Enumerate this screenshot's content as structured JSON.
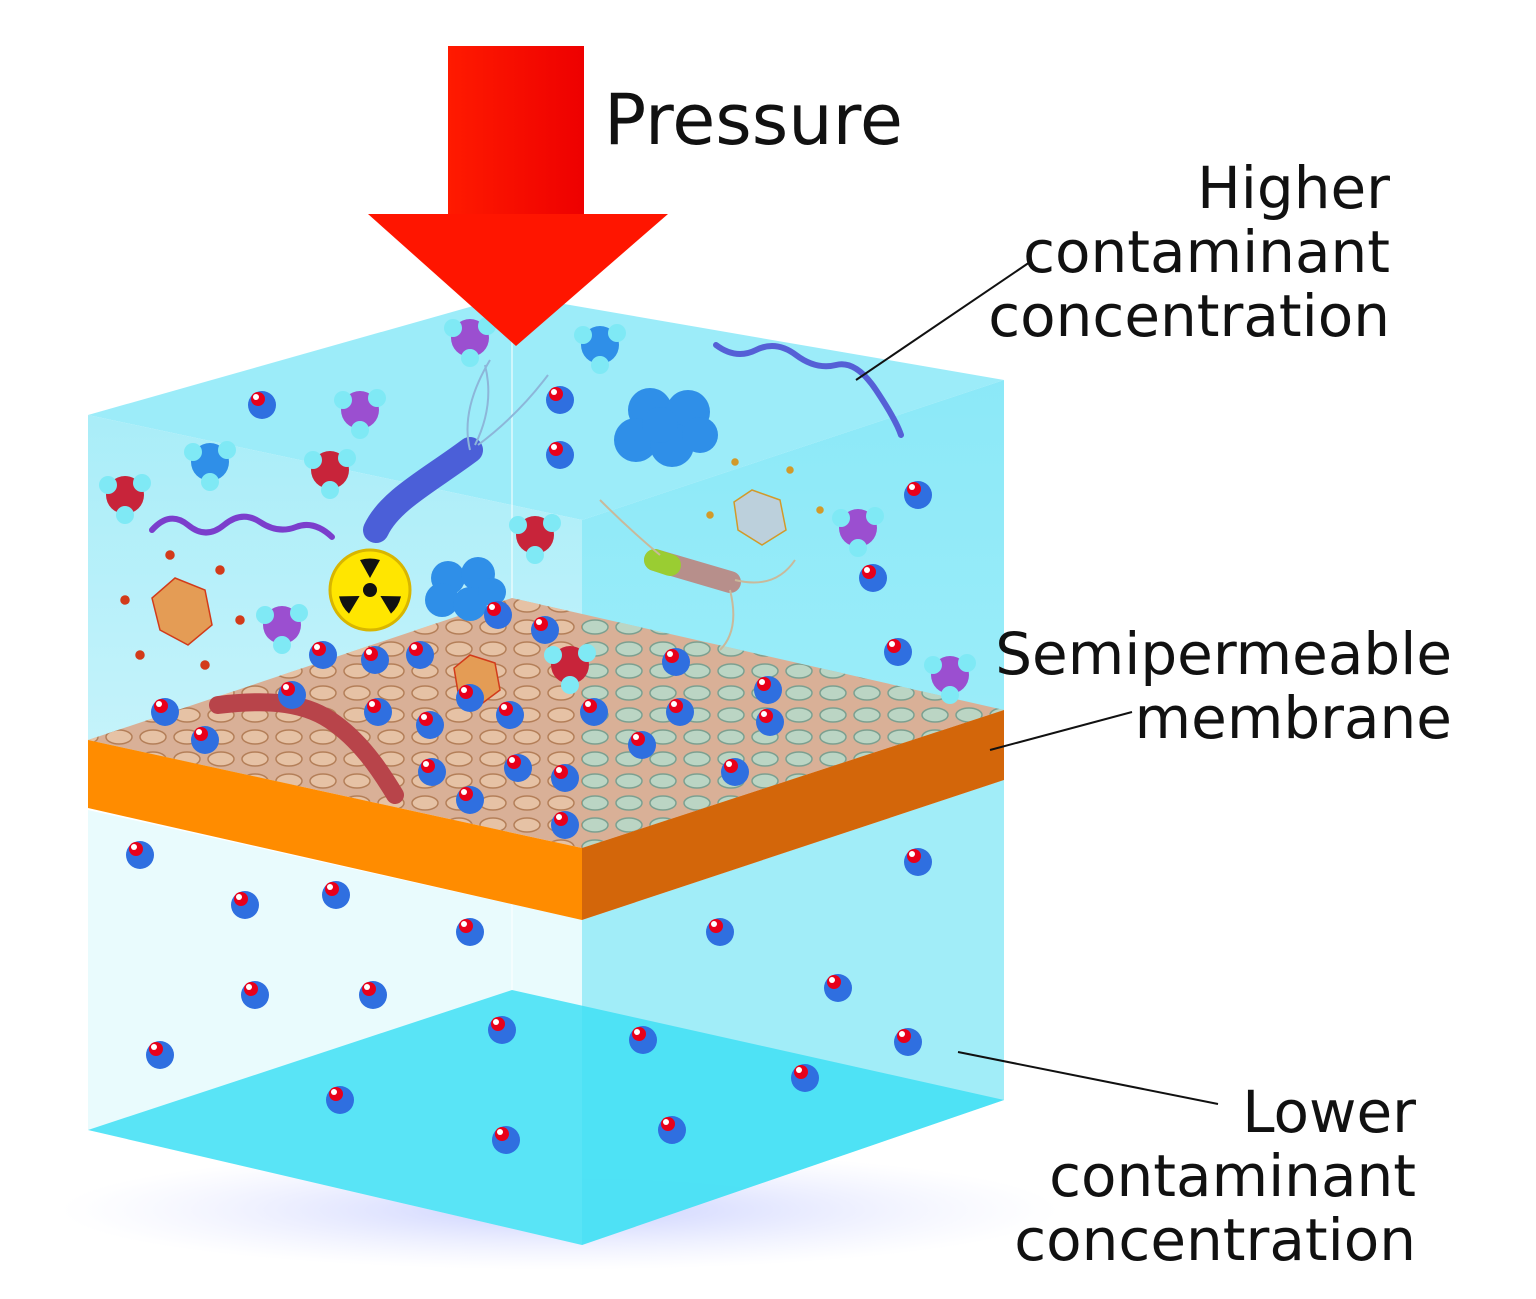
{
  "labels": {
    "pressure": "Pressure",
    "higher": [
      "Higher",
      "contaminant",
      "concentration"
    ],
    "membrane": [
      "Semipermeable",
      "membrane"
    ],
    "lower": [
      "Lower",
      "contaminant",
      "concentration"
    ]
  },
  "colors": {
    "arrow": "#ff0a00",
    "water_upper": "#8fe9f7",
    "water_lower": "#5fe0f5",
    "membrane_top": "#cfa58c",
    "membrane_front": "#ff8c00",
    "membrane_side": "#d3660a",
    "oxygen": "#e8001a",
    "hydrogen": "#2f6fe0"
  },
  "icons": {
    "radiation": "radiation-hazard-icon",
    "virus": "virus-icon",
    "bacteria": "bacteria-icon",
    "water_molecule": "water-molecule-icon"
  }
}
